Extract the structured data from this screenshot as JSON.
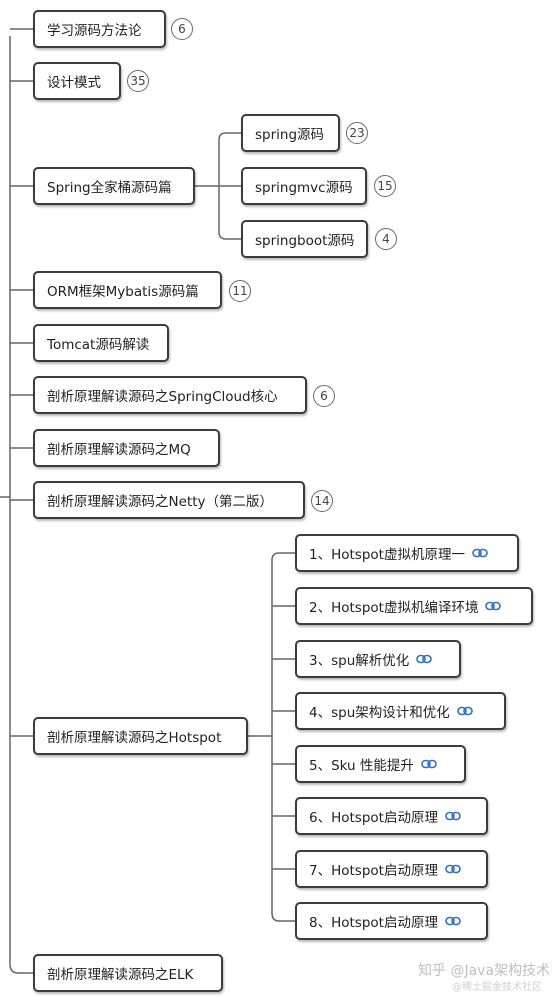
{
  "mindmap": {
    "topics": [
      {
        "label": "学习源码方法论",
        "count": "6"
      },
      {
        "label": "设计模式",
        "count": "35"
      },
      {
        "label": "Spring全家桶源码篇",
        "count": ""
      },
      {
        "label": "ORM框架Mybatis源码篇",
        "count": "11"
      },
      {
        "label": "Tomcat源码解读",
        "count": ""
      },
      {
        "label": "剖析原理解读源码之SpringCloud核心",
        "count": "6"
      },
      {
        "label": "剖析原理解读源码之MQ",
        "count": ""
      },
      {
        "label": "剖析原理解读源码之Netty（第二版）",
        "count": "14"
      },
      {
        "label": "剖析原理解读源码之Hotspot",
        "count": ""
      },
      {
        "label": "剖析原理解读源码之ELK",
        "count": ""
      }
    ],
    "spring_children": [
      {
        "label": "spring源码",
        "count": "23"
      },
      {
        "label": "springmvc源码",
        "count": "15"
      },
      {
        "label": "springboot源码",
        "count": "4"
      }
    ],
    "hotspot_children": [
      {
        "label": "1、Hotspot虚拟机原理一"
      },
      {
        "label": "2、Hotspot虚拟机编译环境"
      },
      {
        "label": "3、spu解析优化"
      },
      {
        "label": "4、spu架构设计和优化"
      },
      {
        "label": "5、Sku 性能提升"
      },
      {
        "label": "6、Hotspot启动原理"
      },
      {
        "label": "7、Hotspot启动原理"
      },
      {
        "label": "8、Hotspot启动原理"
      }
    ]
  },
  "watermark": {
    "line1": "知乎 @Java架构技术",
    "line2": "@稀土掘金技术社区"
  },
  "colors": {
    "border": "#3c3c3c",
    "line": "#666666",
    "link_icon": "#2f6fc4"
  },
  "icons": {
    "hyperlink": "link-icon"
  }
}
